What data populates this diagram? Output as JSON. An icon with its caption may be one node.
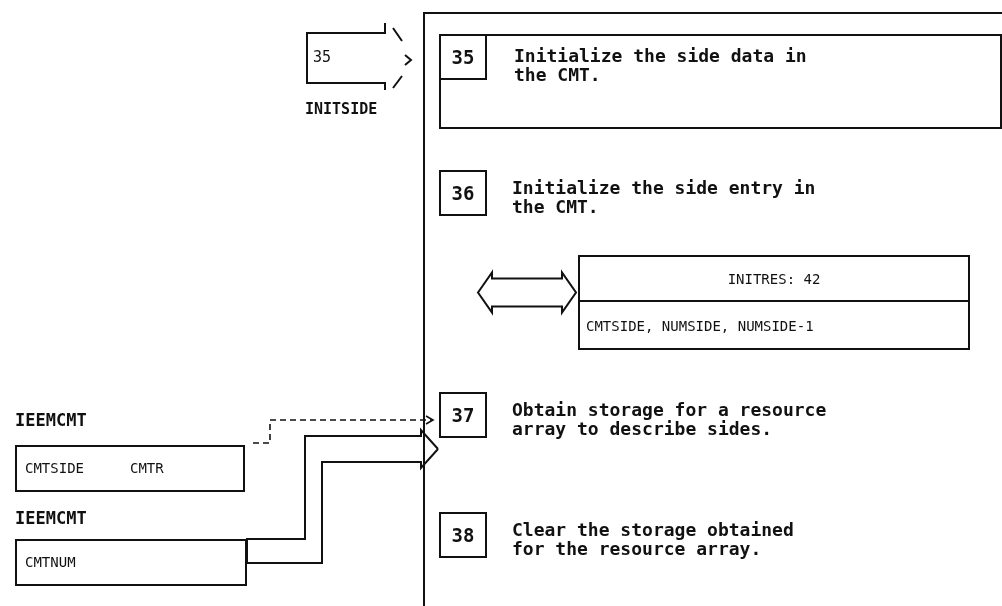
{
  "diagram": {
    "nodes": [
      {
        "text": [],
        "shape": "box"
      },
      {
        "text": [
          "35",
          "Initialize the side data in the CMT."
        ],
        "in": 0
      },
      {
        "text": [
          "36",
          "Initialize the side entry in the CMT."
        ],
        "in": 0
      },
      {
        "text": [
          "INITRES: 42",
          "CMTSIDE, NUMSIDE, NUMSIDE-1"
        ],
        "in": 0
      },
      {
        "text": [
          "37",
          "Obtain storage for a resource array to describe sides."
        ],
        "in": 0
      },
      {
        "text": [
          "38",
          "Clear the storage obtained for the resource array."
        ],
        "in": 0
      },
      {
        "text": [
          "35"
        ],
        "beside": [
          "INITSIDE"
        ]
      },
      {
        "text": [
          "IEEMCMT",
          "CMTSIDE",
          "CMTR"
        ]
      },
      {
        "text": [
          "IEEMCMT",
          "CMTNUM"
        ]
      }
    ],
    "edges": [
      {
        "from": null,
        "to": 3,
        "arrow": "both"
      },
      {
        "from": 7,
        "to": 4,
        "arrow": "to",
        "style": "dashed"
      },
      {
        "from": 8,
        "to": 4,
        "arrow": "to"
      }
    ]
  }
}
